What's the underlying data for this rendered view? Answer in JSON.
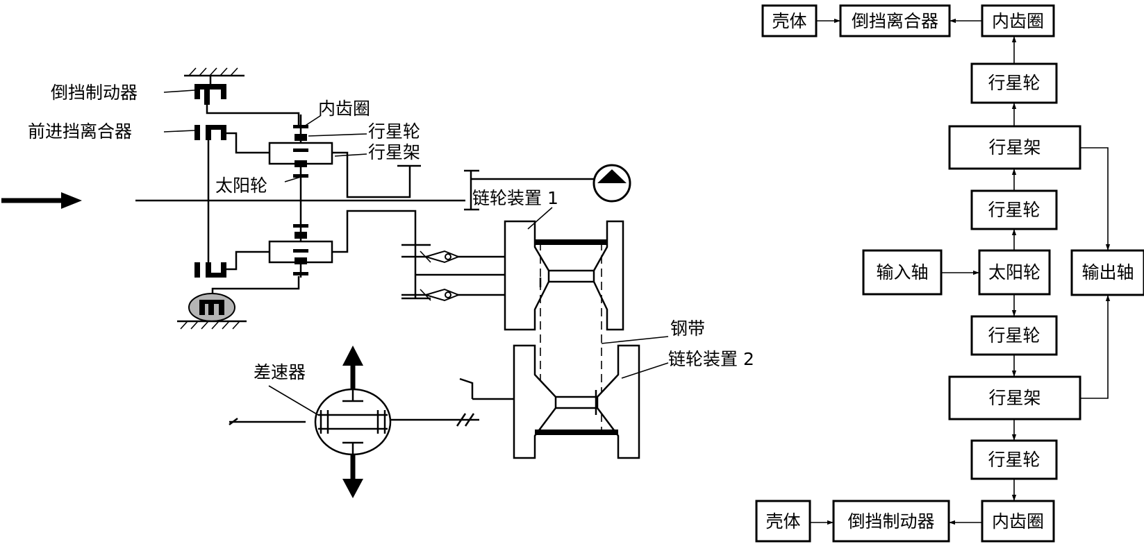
{
  "schematic": {
    "labels": {
      "reverse_brake": "倒挡制动器",
      "forward_clutch": "前进挡离合器",
      "ring_gear": "内齿圈",
      "planet_gear": "行星轮",
      "planet_carrier": "行星架",
      "sun_gear": "太阳轮",
      "sprocket_1": "链轮装置 1",
      "steel_belt": "钢带",
      "sprocket_2": "链轮装置 2",
      "differential": "差速器"
    }
  },
  "flow": {
    "top_housing": "壳体",
    "reverse_clutch": "倒挡离合器",
    "ring_gear_top": "内齿圈",
    "planet_gear_1": "行星轮",
    "planet_carrier_1": "行星架",
    "planet_gear_2": "行星轮",
    "input_shaft": "输入轴",
    "sun_gear": "太阳轮",
    "output_shaft": "输出轴",
    "planet_gear_3": "行星轮",
    "planet_carrier_2": "行星架",
    "planet_gear_4": "行星轮",
    "bottom_housing": "壳体",
    "reverse_brake": "倒挡制动器",
    "ring_gear_bottom": "内齿圈"
  }
}
